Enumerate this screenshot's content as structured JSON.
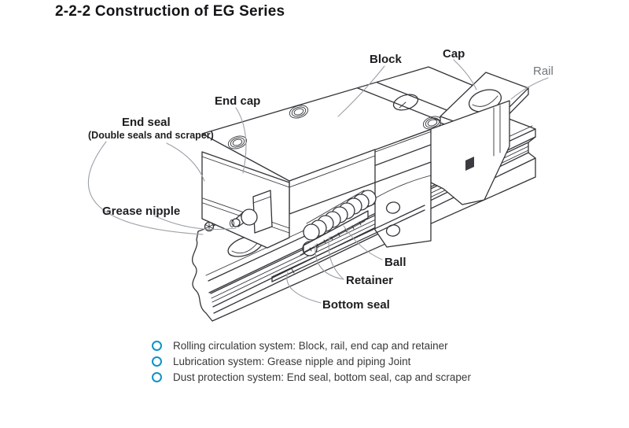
{
  "page": {
    "title": "2-2-2 Construction of EG Series"
  },
  "figure": {
    "labels": {
      "block": "Block",
      "cap": "Cap",
      "rail": "Rail",
      "end_cap": "End cap",
      "end_seal": "End seal",
      "end_seal_note": "(Double seals and scraper)",
      "grease_nipple": "Grease nipple",
      "ball": "Ball",
      "retainer": "Retainer",
      "bottom_seal": "Bottom seal"
    }
  },
  "notes": {
    "items": [
      "Rolling circulation system: Block, rail, end cap and retainer",
      "Lubrication system: Grease nipple and piping Joint",
      "Dust protection system: End seal, bottom seal, cap and scraper"
    ]
  },
  "colors": {
    "line": "#323437",
    "leader": "#9aa1a7",
    "label_text": "#1d1e20",
    "rail_label_text": "#71767b",
    "bullet": "#0f93c5",
    "note_text": "#38393b",
    "background": "#ffffff"
  }
}
